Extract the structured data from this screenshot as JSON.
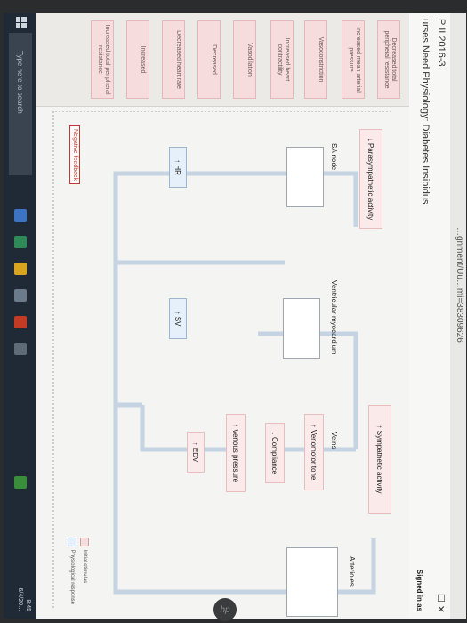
{
  "browser": {
    "url_fragment": "…gnment/Uu…mi=38309626"
  },
  "header": {
    "course": "P II 2016-3",
    "assignment": "urses Need Physiology: Diabetes Insipidus",
    "signed_in": "Signed in as",
    "close": "☐ ✕"
  },
  "sidebar_terms": [
    "Decreased total peripheral resistance",
    "Increased mean arterial pressure",
    "Vasoconstriction",
    "Increased heart contractility",
    "Vasodilation",
    "Decreased",
    "Decreased heart rate",
    "Increased",
    "Increased total peripheral resistance"
  ],
  "diagram": {
    "parasympathetic": "↓ Parasympathetic activity",
    "sympathetic": "↑ Sympathetic activity",
    "sa_node": "SA node",
    "ventricular": "Ventricular myocardium",
    "veins": "Veins",
    "venomotor": "↑ Venomotor tone",
    "compliance": "↓ Compliance",
    "venous_pressure": "↑ Venous pressure",
    "edv": "↑ EDV",
    "hr": "↑ HR",
    "sv": "↑ SV",
    "arterioles": "Arterioles",
    "negative_feedback": "Negative feedback"
  },
  "legend": {
    "initial": "Initial stimulus",
    "physiological": "Physiological response"
  },
  "taskbar": {
    "search_placeholder": "Type here to search",
    "time": "8:45",
    "date": "6/4/20…"
  },
  "device": {
    "logo": "hp"
  },
  "colors": {
    "term_fill": "#f6dcdc",
    "node_fill": "#fbeaea",
    "connector": "#c5d3e2",
    "taskbar": "#1f2a36"
  }
}
